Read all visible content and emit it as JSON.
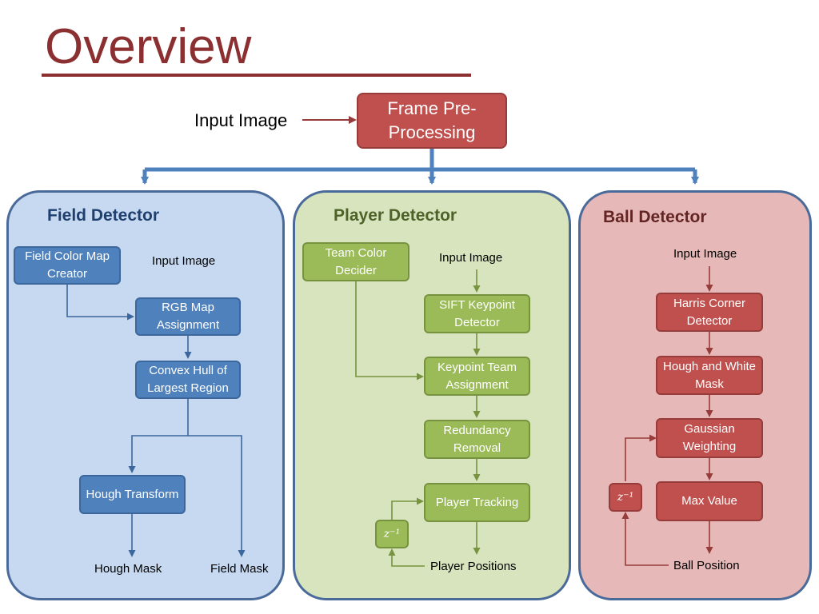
{
  "title": "Overview",
  "input_label": "Input Image",
  "preprocess": "Frame Pre-Processing",
  "colors": {
    "title": "#8b2f31",
    "blue": "#4f81bd",
    "green": "#9bbb59",
    "red": "#c0504d",
    "connector": "#4f81bd"
  },
  "field": {
    "title": "Field Detector",
    "input_label": "Input Image",
    "color_map": "Field Color Map Creator",
    "rgb": "RGB Map Assignment",
    "convex": "Convex Hull of Largest Region",
    "hough": "Hough Transform",
    "out_hough": "Hough Mask",
    "out_field": "Field Mask"
  },
  "player": {
    "title": "Player Detector",
    "input_label": "Input Image",
    "team_color": "Team Color Decider",
    "sift": "SIFT Keypoint Detector",
    "keypoint": "Keypoint Team Assignment",
    "redundancy": "Redundancy Removal",
    "tracking": "Player Tracking",
    "delay": "z⁻¹",
    "out": "Player Positions"
  },
  "ball": {
    "title": "Ball Detector",
    "input_label": "Input Image",
    "harris": "Harris Corner Detector",
    "hough_white": "Hough and White Mask",
    "gaussian": "Gaussian Weighting",
    "max": "Max Value",
    "delay": "z⁻¹",
    "out": "Ball Position"
  }
}
